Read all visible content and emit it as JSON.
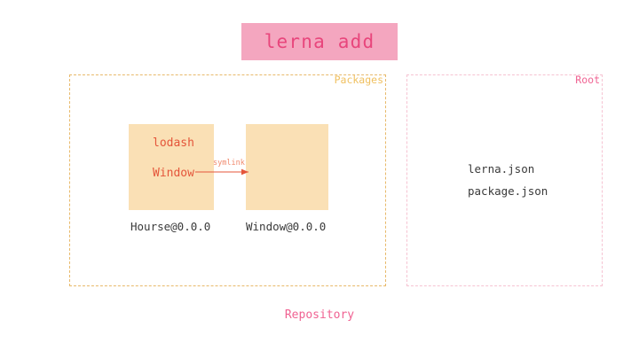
{
  "title": {
    "text": "lerna add",
    "bg_color": "#f4a6bf",
    "text_color": "#e8467c"
  },
  "regions": {
    "packages": {
      "label": "Packages",
      "border_color": "#e8b96a",
      "label_color": "#f0c060"
    },
    "root": {
      "label": "Root",
      "border_color": "#f6c3d2",
      "label_color": "#f06292"
    }
  },
  "packages": [
    {
      "caption": "Hourse@0.0.0",
      "box_color": "#fae0b5",
      "dependencies": [
        "lodash",
        "Window"
      ]
    },
    {
      "caption": "Window@0.0.0",
      "box_color": "#fae0b5",
      "dependencies": []
    }
  ],
  "dependency_labels": {
    "lodash": "lodash",
    "window": "Window"
  },
  "arrow": {
    "label": "symlink",
    "color": "#e4553a",
    "label_color": "#f08a6e",
    "from": "Hourse@0.0.0",
    "to": "Window@0.0.0"
  },
  "root_files": [
    "lerna.json",
    "package.json"
  ],
  "footer": {
    "label": "Repository",
    "color": "#f06292"
  }
}
